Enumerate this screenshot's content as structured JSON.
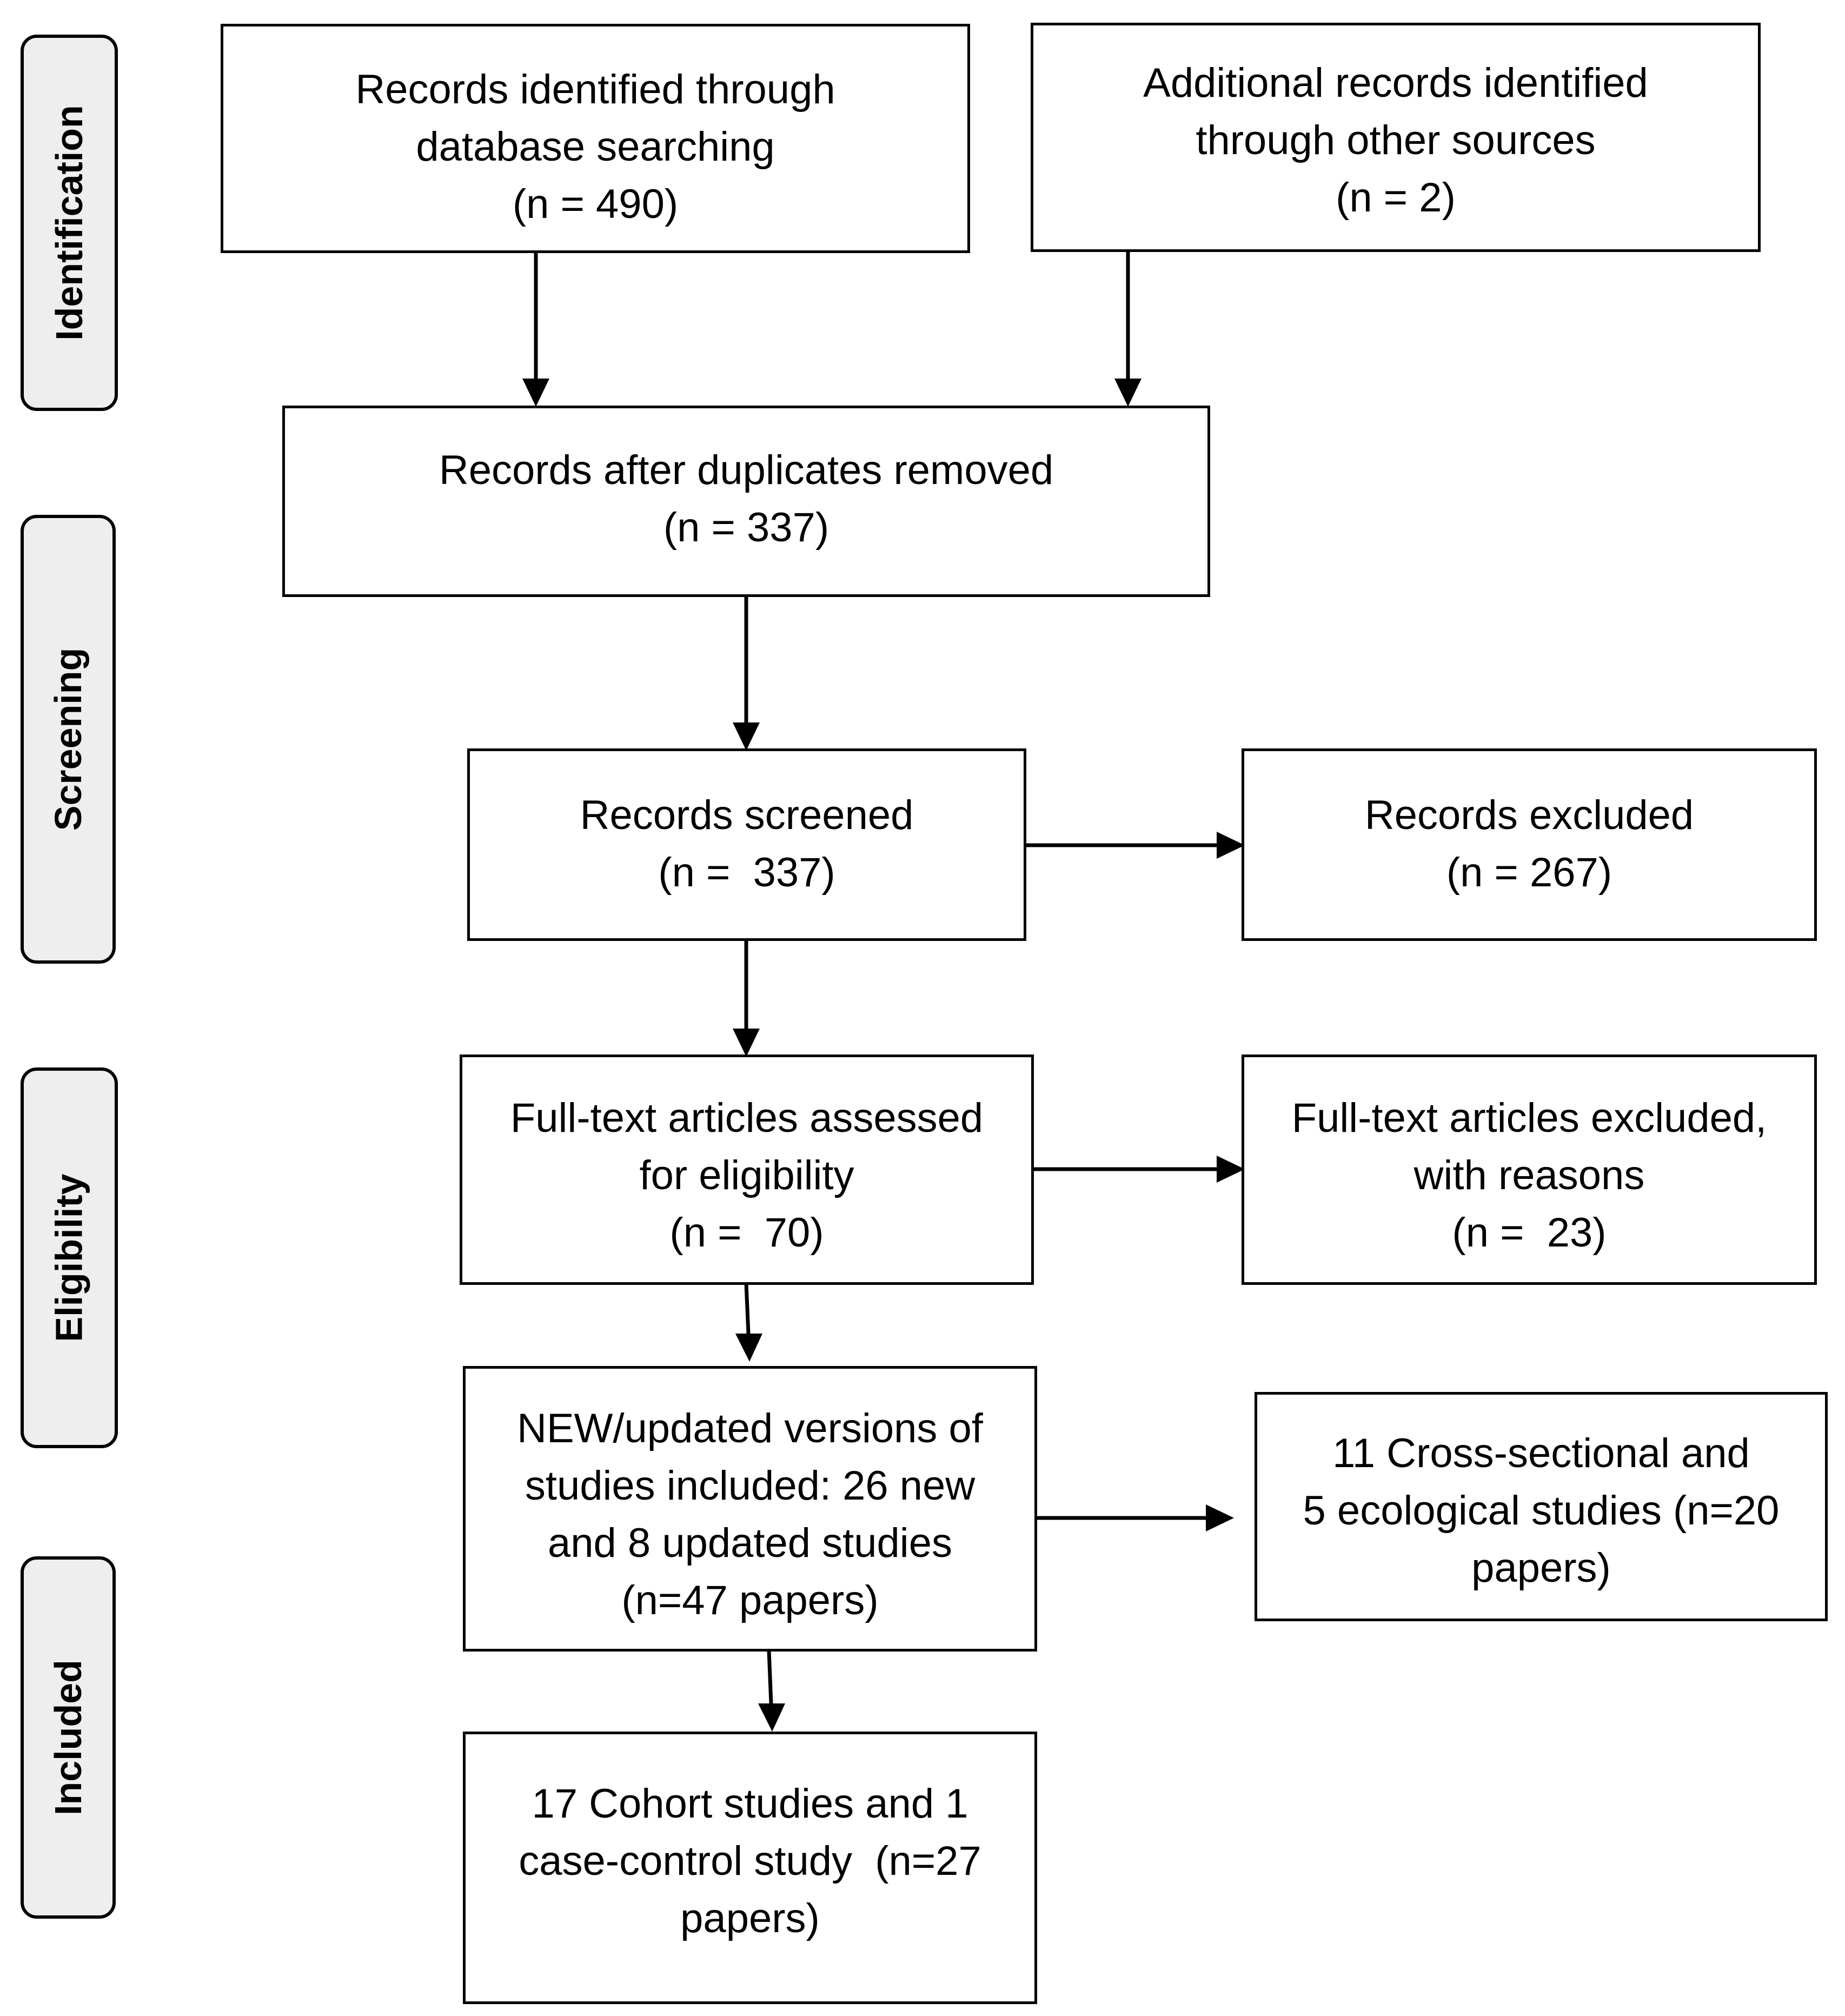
{
  "stages": [
    {
      "id": "identification",
      "label": "Identification"
    },
    {
      "id": "screening",
      "label": "Screening"
    },
    {
      "id": "eligibility",
      "label": "Eligibility"
    },
    {
      "id": "included",
      "label": "Included"
    }
  ],
  "boxes": {
    "database": [
      "Records identified through",
      "database searching",
      "(n = 490)"
    ],
    "other_sources": [
      "Additional records identified",
      "through other sources",
      "(n = 2)"
    ],
    "after_duplicates": [
      "Records after duplicates removed",
      "(n = 337)"
    ],
    "screened": [
      "Records screened",
      "(n =  337)"
    ],
    "excluded": [
      "Records excluded",
      "(n = 267)"
    ],
    "fulltext_assessed": [
      "Full-text articles assessed",
      "for eligibility",
      "(n =  70)"
    ],
    "fulltext_excluded": [
      "Full-text articles excluded,",
      "with reasons",
      "(n =  23)"
    ],
    "new_updated": [
      "NEW/updated versions of",
      "studies included: 26 new",
      "and 8 updated studies",
      "(n=47 papers)"
    ],
    "cross_sectional": [
      "11 Cross-sectional and",
      "5 ecological studies (n=20",
      "papers)"
    ],
    "cohort": [
      "17 Cohort studies and 1",
      "case-control study  (n=27",
      "papers)"
    ]
  }
}
